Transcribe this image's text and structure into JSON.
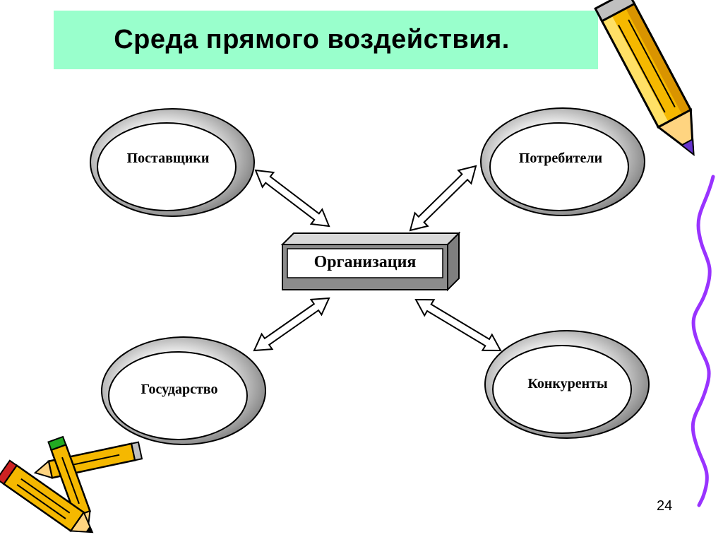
{
  "slide": {
    "title": "Среда прямого воздействия.",
    "page_number": "24"
  },
  "diagram": {
    "center": "Организация",
    "nodes": {
      "suppliers": "Поставщики",
      "consumers": "Потребители",
      "state": "Государство",
      "competitors": "Конкуренты"
    }
  },
  "colors": {
    "banner": "#99ffcc",
    "ellipse_shadow": "#999999",
    "arrow_fill": "#ffffff",
    "pencil_yellow": "#f5b800",
    "squiggle": "#9933ff"
  },
  "decorations": [
    "pencil-icon",
    "pencils-cluster-icon",
    "squiggle-line"
  ]
}
